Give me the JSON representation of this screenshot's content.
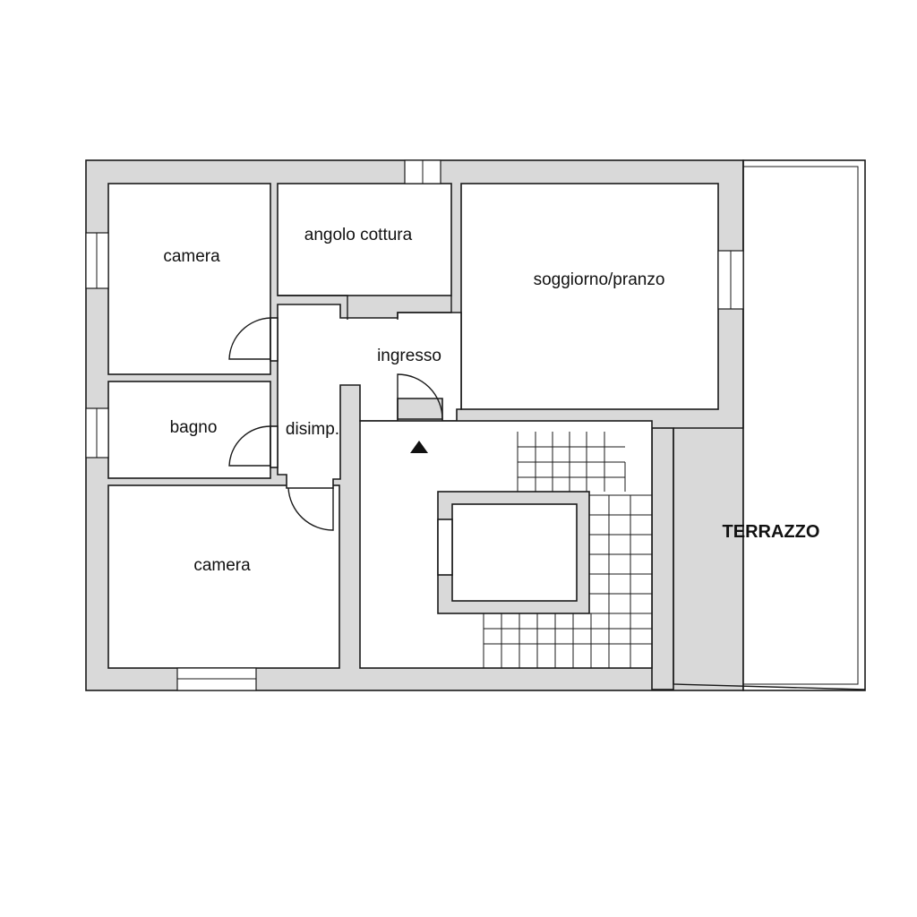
{
  "rooms": {
    "camera_top": "camera",
    "angolo_cottura": "angolo cottura",
    "soggiorno_pranzo": "soggiorno/pranzo",
    "ingresso": "ingresso",
    "bagno": "bagno",
    "disimp": "disimp.",
    "camera_bottom": "camera",
    "terrazzo": "TERRAZZO"
  },
  "colors": {
    "wall_fill": "#d9d9d9",
    "line": "#1a1a1a",
    "background": "#ffffff"
  }
}
